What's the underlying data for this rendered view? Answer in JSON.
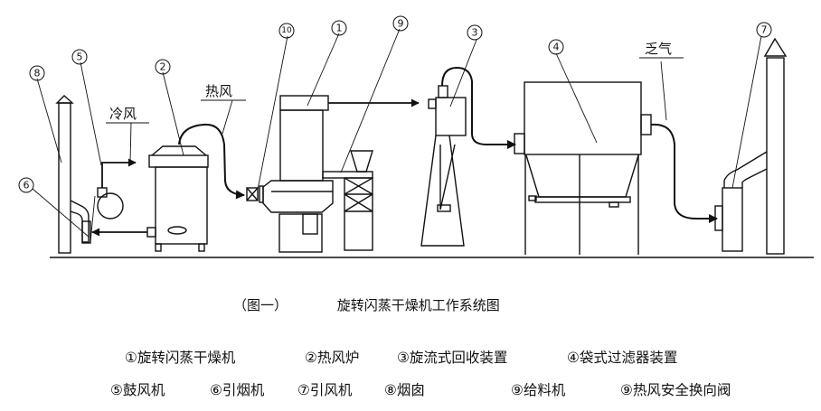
{
  "diagram": {
    "flow_labels": {
      "cold_air": "冷风",
      "hot_air": "热风",
      "exhaust": "乏气"
    },
    "markers": {
      "m1": "①",
      "m2": "②",
      "m3": "③",
      "m4": "④",
      "m5": "⑤",
      "m6": "⑥",
      "m7": "⑦",
      "m8": "⑧",
      "m9": "⑨",
      "m10": "⑩"
    }
  },
  "caption": {
    "figure_number": "（图一）",
    "title": "旋转闪蒸干燥机工作系统图"
  },
  "legend": {
    "row1": [
      {
        "marker": "①",
        "label": "旋转闪蒸干燥机"
      },
      {
        "marker": "②",
        "label": "热风炉"
      },
      {
        "marker": "③",
        "label": "旋流式回收装置"
      },
      {
        "marker": "④",
        "label": "袋式过滤器装置"
      }
    ],
    "row2": [
      {
        "marker": "⑤",
        "label": "鼓风机"
      },
      {
        "marker": "⑥",
        "label": "引烟机"
      },
      {
        "marker": "⑦",
        "label": "引风机"
      },
      {
        "marker": "⑧",
        "label": "烟囱"
      },
      {
        "marker": "⑨",
        "label": "给料机"
      },
      {
        "marker": "⑨",
        "label": "热风安全换向阀"
      }
    ]
  }
}
